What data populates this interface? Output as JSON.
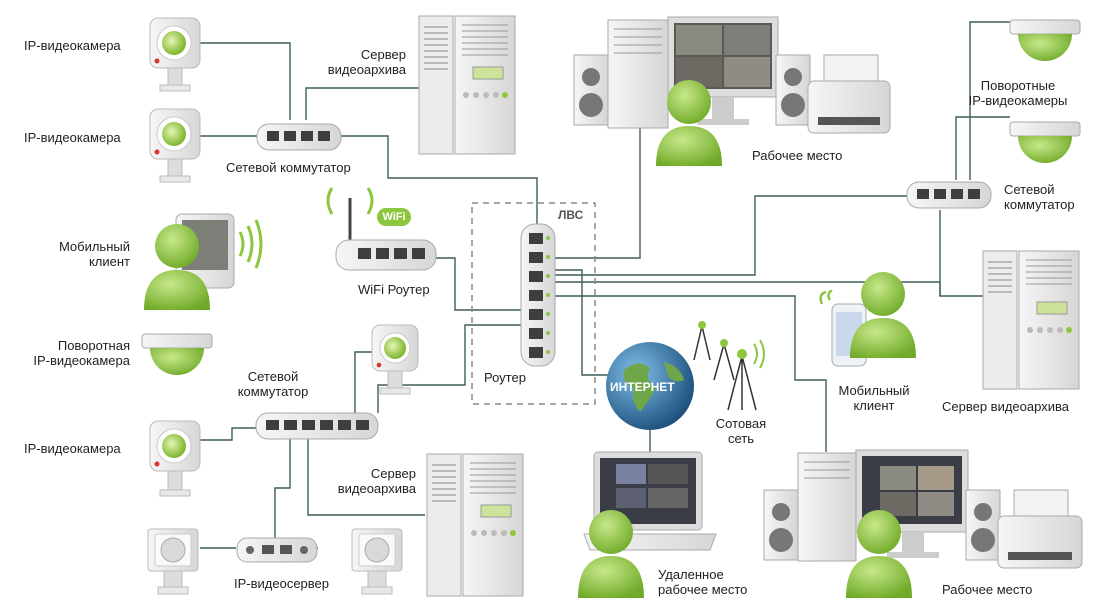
{
  "labels": {
    "ip_camera_1": "IP-видеокамера",
    "ip_camera_2": "IP-видеокамера",
    "mobile_client_left": "Мобильный\nклиент",
    "ptz_camera_left": "Поворотная\nIP-видеокамера",
    "ip_camera_3": "IP-видеокамера",
    "ip_videoserver": "IP-видеосервер",
    "video_archive_server_top": "Сервер\nвидеоархива",
    "network_switch_top": "Сетевой коммутатор",
    "wifi_router": "WiFi Роутер",
    "wifi_logo": "WiFi",
    "network_switch_bottom": "Сетевой\nкоммутатор",
    "video_archive_server_bottom": "Сервер\nвидеоархива",
    "lan": "ЛВС",
    "router": "Роутер",
    "internet": "ИНТЕРНЕТ",
    "cellular_network": "Сотовая\nсеть",
    "remote_workplace": "Удаленное\nрабочее место",
    "workplace_top": "Рабочее место",
    "workplace_bottom": "Рабочее место",
    "ptz_cameras_right": "Поворотные\nIP-видеокамеры",
    "network_switch_right": "Сетевой\nкоммутатор",
    "mobile_client_right": "Мобильный\nклиент",
    "video_archive_server_right": "Сервер видеоархива"
  },
  "colors": {
    "wire": "#3f5f5a",
    "user_green": "#8cc63f",
    "device_gray": "#e8e8e8",
    "lens_green": "#9ccd3a",
    "globe_blue": "#2e6f9e"
  }
}
